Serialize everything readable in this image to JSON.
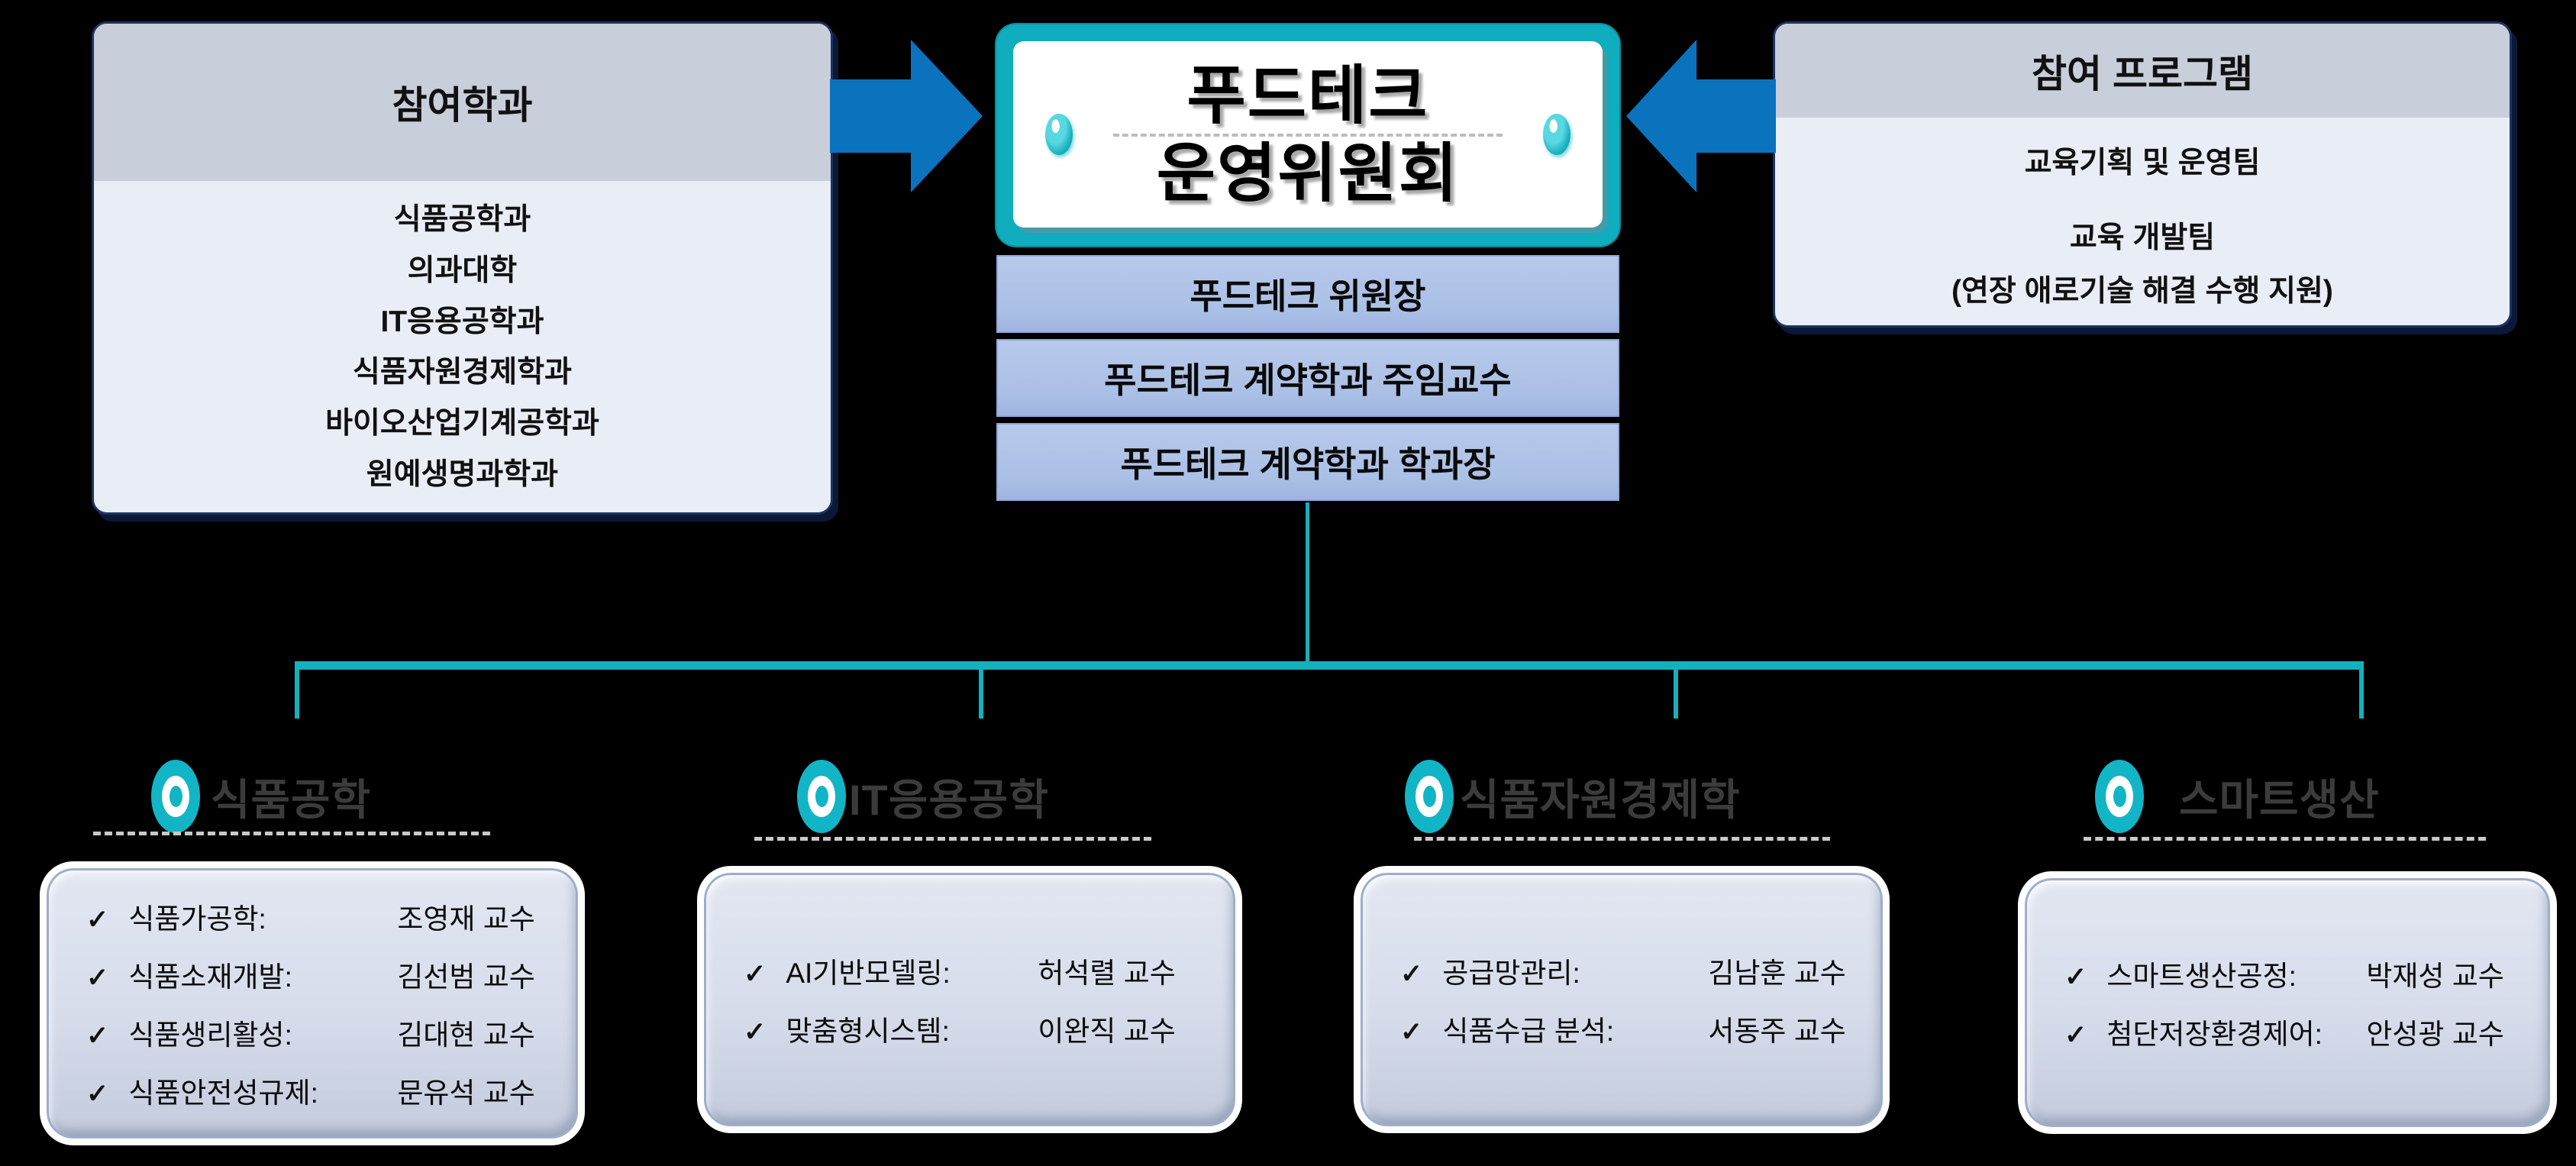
{
  "ui": {
    "check_glyph": "✓"
  },
  "colors": {
    "accent_teal": "#12AFBD",
    "arrow_blue": "#0B72BE",
    "role_periwinkle": "#AFC3E8",
    "member_box_fill": "#D8DEEB",
    "side_header_gray": "#C8CEDA",
    "side_body_gray": "#E9EDF5"
  },
  "left_box": {
    "title": "참여학과",
    "items": [
      "식품공학과",
      "의과대학",
      "IT응용공학과",
      "식품자원경제학과",
      "바이오산업기계공학과",
      "원예생명과학과"
    ]
  },
  "right_box": {
    "title": "참여 프로그램",
    "items": [
      "교육기획 및 운영팀",
      "교육 개발팀",
      "(연장 애로기술 해결 수행 지원)"
    ]
  },
  "committee": {
    "title_line1": "푸드테크",
    "title_line2": "운영위원회",
    "roles": [
      "푸드테크 위원장",
      "푸드테크 계약학과 주임교수",
      "푸드테크 계약학과 학과장"
    ]
  },
  "sections": [
    {
      "title": "식품공학",
      "members": [
        {
          "label": "식품가공학:",
          "name": "조영재 교수"
        },
        {
          "label": "식품소재개발:",
          "name": "김선범 교수"
        },
        {
          "label": "식품생리활성:",
          "name": "김대현 교수"
        },
        {
          "label": "식품안전성규제:",
          "name": "문유석 교수"
        }
      ]
    },
    {
      "title": "IT응용공학",
      "members": [
        {
          "label": "AI기반모델링:",
          "name": "허석렬 교수"
        },
        {
          "label": "맞춤형시스템:",
          "name": "이완직 교수"
        }
      ]
    },
    {
      "title": "식품자원경제학",
      "members": [
        {
          "label": "공급망관리:",
          "name": "김남훈 교수"
        },
        {
          "label": "식품수급 분석:",
          "name": "서동주 교수"
        }
      ]
    },
    {
      "title": "스마트생산",
      "members": [
        {
          "label": "스마트생산공정:",
          "name": "박재성 교수"
        },
        {
          "label": "첨단저장환경제어:",
          "name": "안성광 교수"
        }
      ]
    }
  ]
}
